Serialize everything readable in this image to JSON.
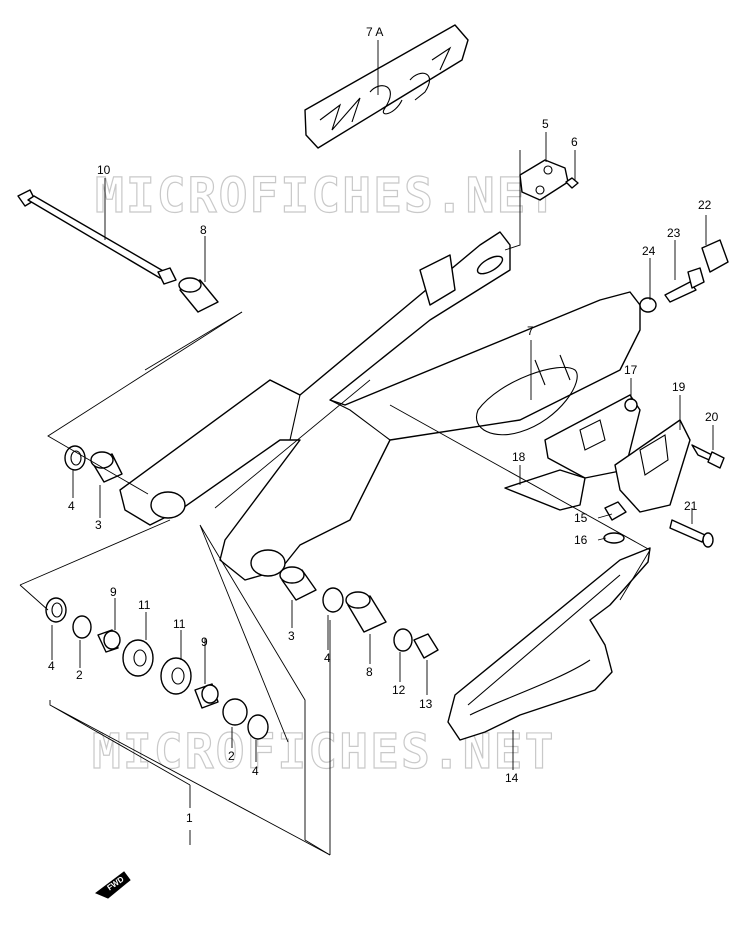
{
  "watermark": "MICROFICHES.NET",
  "direction_label": "FWD",
  "callouts": [
    {
      "id": "c-7a",
      "label": "7 A"
    },
    {
      "id": "c-5",
      "label": "5"
    },
    {
      "id": "c-6",
      "label": "6"
    },
    {
      "id": "c-10",
      "label": "10"
    },
    {
      "id": "c-8a",
      "label": "8"
    },
    {
      "id": "c-22",
      "label": "22"
    },
    {
      "id": "c-23",
      "label": "23"
    },
    {
      "id": "c-24",
      "label": "24"
    },
    {
      "id": "c-7",
      "label": "7"
    },
    {
      "id": "c-17",
      "label": "17"
    },
    {
      "id": "c-19",
      "label": "19"
    },
    {
      "id": "c-20",
      "label": "20"
    },
    {
      "id": "c-18",
      "label": "18"
    },
    {
      "id": "c-15",
      "label": "15"
    },
    {
      "id": "c-16",
      "label": "16"
    },
    {
      "id": "c-21",
      "label": "21"
    },
    {
      "id": "c-4a",
      "label": "4"
    },
    {
      "id": "c-3a",
      "label": "3"
    },
    {
      "id": "c-9a",
      "label": "9"
    },
    {
      "id": "c-11a",
      "label": "11"
    },
    {
      "id": "c-4b",
      "label": "4"
    },
    {
      "id": "c-2a",
      "label": "2"
    },
    {
      "id": "c-3b",
      "label": "3"
    },
    {
      "id": "c-4c",
      "label": "4"
    },
    {
      "id": "c-8b",
      "label": "8"
    },
    {
      "id": "c-12",
      "label": "12"
    },
    {
      "id": "c-13",
      "label": "13"
    },
    {
      "id": "c-11b",
      "label": "11"
    },
    {
      "id": "c-9b",
      "label": "9"
    },
    {
      "id": "c-2b",
      "label": "2"
    },
    {
      "id": "c-4d",
      "label": "4"
    },
    {
      "id": "c-14",
      "label": "14"
    },
    {
      "id": "c-1",
      "label": "1"
    }
  ]
}
